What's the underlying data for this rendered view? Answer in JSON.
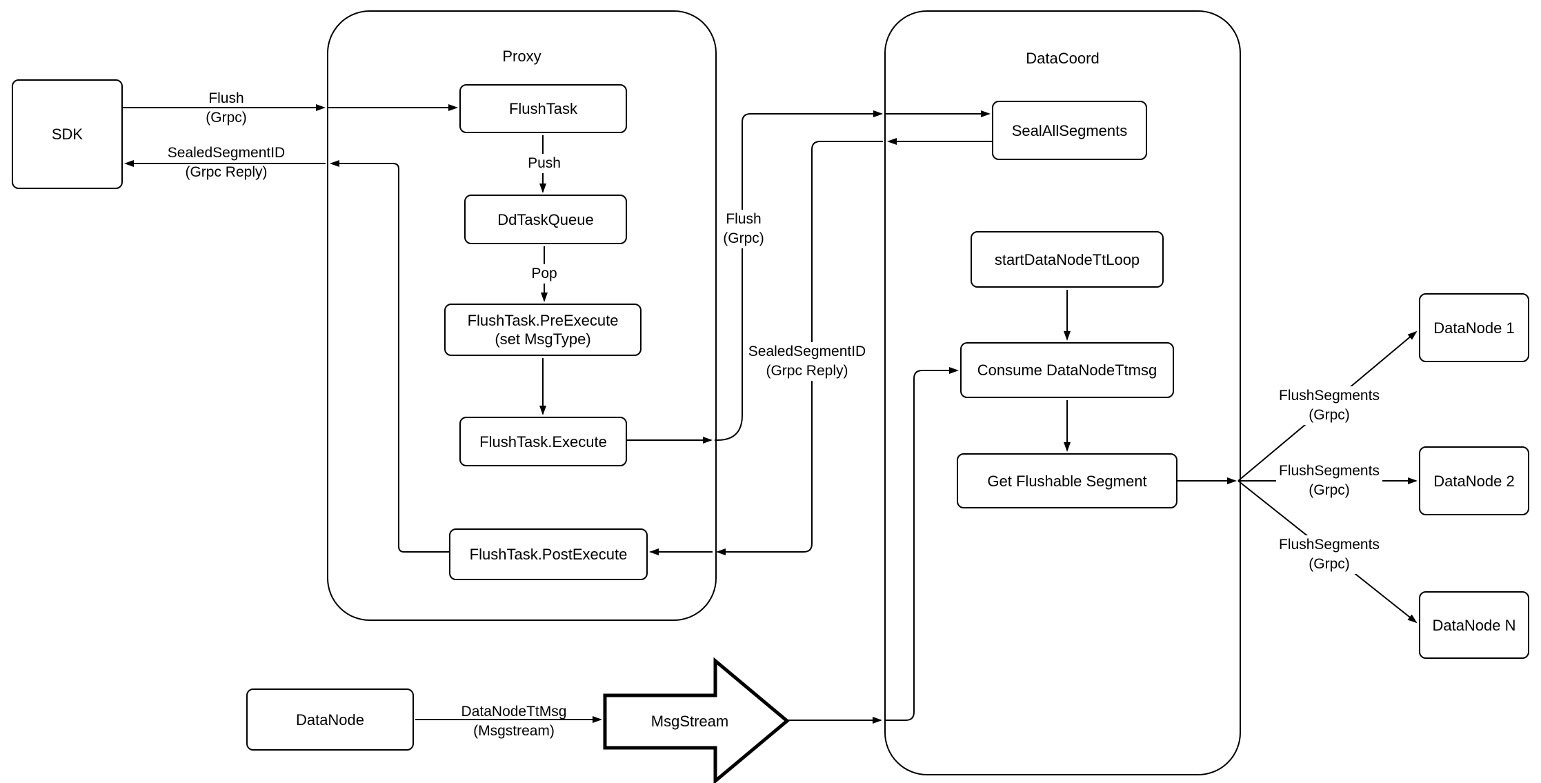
{
  "diagram": {
    "colors": {
      "stroke": "#000000",
      "background": "#ffffff"
    },
    "containers": {
      "proxy": {
        "label": "Proxy"
      },
      "datacoord": {
        "label": "DataCoord"
      }
    },
    "nodes": {
      "sdk": {
        "label": "SDK"
      },
      "flush_task": {
        "label": "FlushTask"
      },
      "dd_task_queue": {
        "label": "DdTaskQueue"
      },
      "pre_execute": {
        "label": "FlushTask.PreExecute\n(set MsgType)"
      },
      "execute": {
        "label": "FlushTask.Execute"
      },
      "post_execute": {
        "label": "FlushTask.PostExecute"
      },
      "seal_all_segments": {
        "label": "SealAllSegments"
      },
      "start_datanode_tt_loop": {
        "label": "startDataNodeTtLoop"
      },
      "consume_datanode_ttmsg": {
        "label": "Consume DataNodeTtmsg"
      },
      "get_flushable_segment": {
        "label": "Get Flushable Segment"
      },
      "datanode_1": {
        "label": "DataNode 1"
      },
      "datanode_2": {
        "label": "DataNode 2"
      },
      "datanode_n": {
        "label": "DataNode N"
      },
      "datanode": {
        "label": "DataNode"
      },
      "msgstream": {
        "label": "MsgStream"
      }
    },
    "edge_labels": {
      "flush_grpc_sdk": "Flush\n(Grpc)",
      "sealed_reply_sdk": "SealedSegmentID\n(Grpc Reply)",
      "push": "Push",
      "pop": "Pop",
      "flush_grpc_mid": "Flush\n(Grpc)",
      "sealed_reply_mid": "SealedSegmentID\n(Grpc Reply)",
      "flush_segments_1": "FlushSegments\n(Grpc)",
      "flush_segments_2": "FlushSegments\n(Grpc)",
      "flush_segments_3": "FlushSegments\n(Grpc)",
      "datanode_ttmsg": "DataNodeTtMsg\n(Msgstream)"
    }
  }
}
